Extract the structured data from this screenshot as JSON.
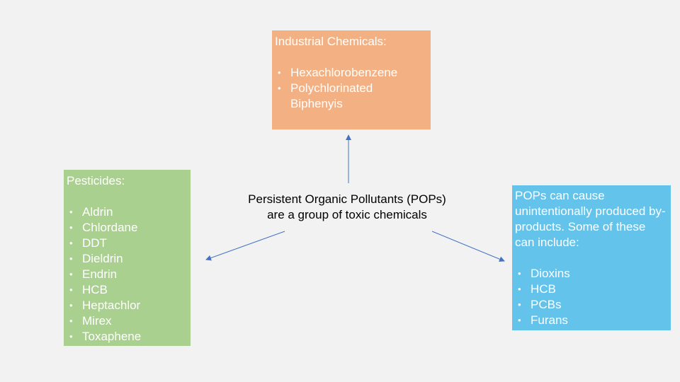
{
  "center": {
    "line1": "Persistent Organic Pollutants (POPs)",
    "line2": "are a group of toxic chemicals"
  },
  "industrial": {
    "title": "Industrial Chemicals:",
    "items": [
      "Hexachlorobenzene",
      "Polychlorinated Biphenyis"
    ],
    "color": "#f3b183"
  },
  "pesticides": {
    "title": "Pesticides:",
    "items": [
      "Aldrin",
      "Chlordane",
      "DDT",
      "Dieldrin",
      "Endrin",
      "HCB",
      "Heptachlor",
      "Mirex",
      "Toxaphene"
    ],
    "color": "#a9d08e"
  },
  "byproducts": {
    "title": "POPs can cause unintentionally produced by-products. Some of these can include:",
    "items": [
      "Dioxins",
      "HCB",
      "PCBs",
      "Furans"
    ],
    "color": "#63c3eb"
  },
  "arrow_color": "#4472c4"
}
